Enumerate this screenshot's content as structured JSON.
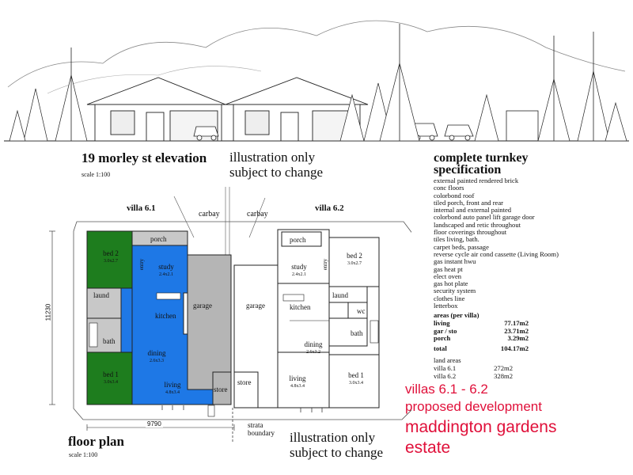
{
  "elevation": {
    "title": "19 morley st elevation",
    "scale": "scale 1:100"
  },
  "disclaimer_top": {
    "line1": "illustration only",
    "line2": "subject to change"
  },
  "specification": {
    "title_line1": "complete turnkey",
    "title_line2": "specification",
    "items": [
      "external painted rendered brick",
      "conc floors",
      "colorbond roof",
      "tiled porch, front and rear",
      "internal and external painted",
      "colorbond auto panel lift garage door",
      "landscaped and retic throughout",
      "floor coverings throughout",
      "tiles living, bath.",
      "carpet beds, passage",
      "reverse cycle air cond cassette (Living Room)",
      "gas instant hwu",
      "gas heat pt",
      "elect oven",
      "gas hot plate",
      "security system",
      "clothes line",
      "letterbox"
    ],
    "areas_heading": "areas (per villa)",
    "areas": [
      {
        "label": "living",
        "value": "77.17m2"
      },
      {
        "label": "gar / sto",
        "value": "23.71m2"
      },
      {
        "label": "porch",
        "value": "3.29m2"
      },
      {
        "label": "total",
        "value": "104.17m2"
      }
    ],
    "land_heading": "land areas",
    "land": [
      {
        "label": "villa 6.1",
        "value": "272m2"
      },
      {
        "label": "villa 6.2",
        "value": "328m2"
      }
    ]
  },
  "promo": {
    "line1": "villas 6.1 - 6.2",
    "line2": "proposed development",
    "line3": "maddington gardens",
    "line4": "estate"
  },
  "floorplan": {
    "title": "floor plan",
    "scale": "scale 1:100",
    "dim_height": "11230",
    "dim_width": "9790",
    "strata_line1": "strata",
    "strata_line2": "boundary",
    "disclaimer_line1": "illustration only",
    "disclaimer_line2": "subject to change",
    "carbay_left": "carbay",
    "carbay_right": "carbay",
    "villa61": {
      "label": "villa 6.1",
      "porch": "porch",
      "entry": "entry",
      "study": "study",
      "study_dim": "2.4x2.1",
      "kitchen": "kitchen",
      "garage": "garage",
      "bed2": "bed 2",
      "bed2_dim": "3.0x2.7",
      "laund": "laund",
      "bath": "bath",
      "dining": "dining",
      "dining_dim": "2.6x3.3",
      "bed1": "bed 1",
      "bed1_dim": "3.0x3.4",
      "living": "living",
      "living_dim": "4.8x3.4",
      "store": "store"
    },
    "villa62": {
      "label": "villa 6.2",
      "porch": "porch",
      "entry": "entry",
      "study": "study",
      "study_dim": "2.4x2.1",
      "kitchen": "kitchen",
      "garage": "garage",
      "bed2": "bed 2",
      "bed2_dim": "3.0x2.7",
      "laund": "laund",
      "wc": "wc",
      "bath": "bath",
      "dining": "dining",
      "dining_dim": "2.6x3.2",
      "bed1": "bed 1",
      "bed1_dim": "3.0x3.4",
      "living": "living",
      "living_dim": "4.8x3.4",
      "store": "store"
    }
  }
}
